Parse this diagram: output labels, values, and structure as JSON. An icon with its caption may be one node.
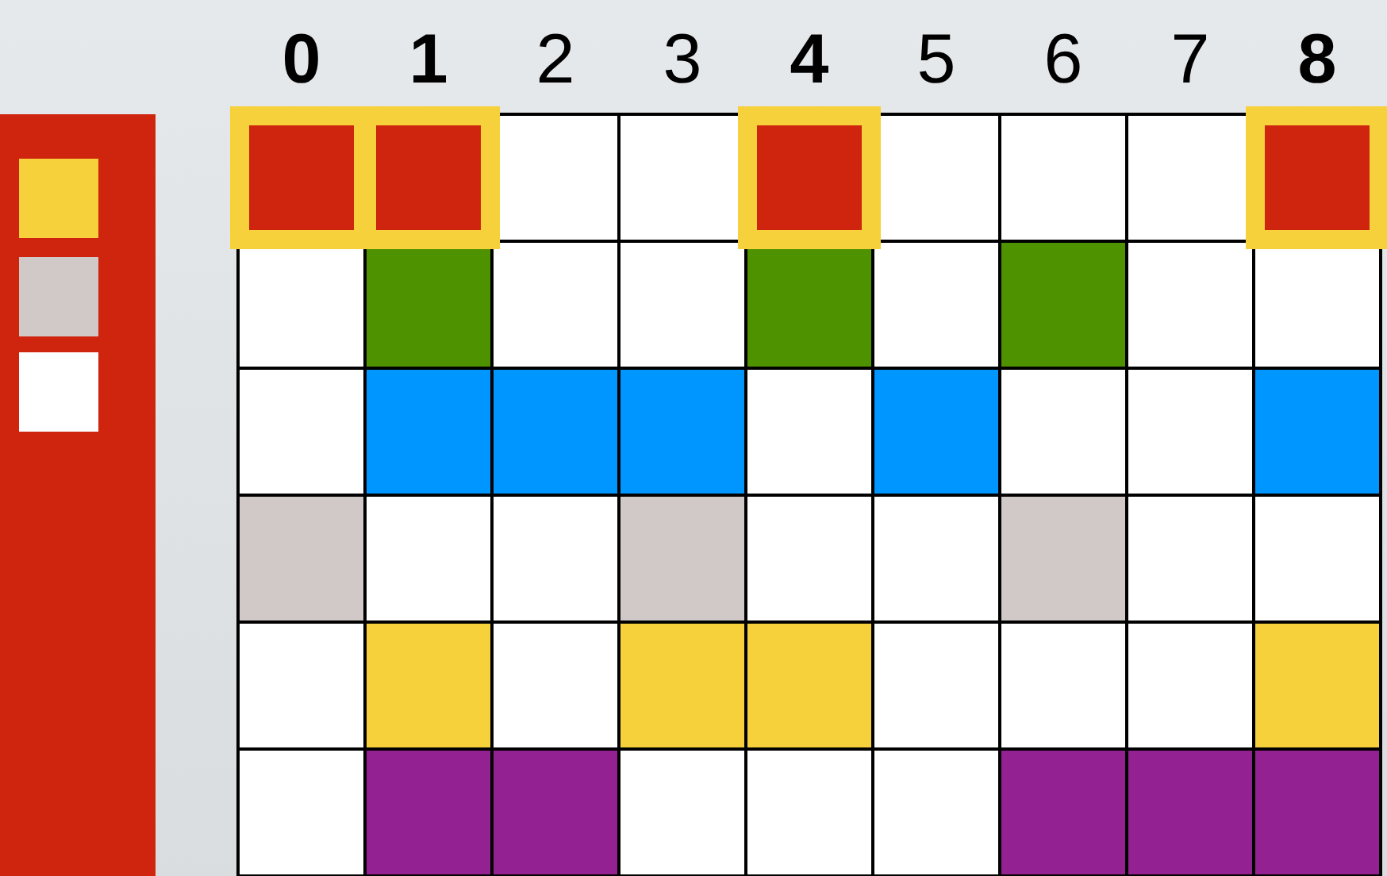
{
  "diagram": {
    "labels": [
      "0",
      "1",
      "2",
      "3",
      "4",
      "5",
      "6",
      "7",
      "8"
    ]
  }
}
